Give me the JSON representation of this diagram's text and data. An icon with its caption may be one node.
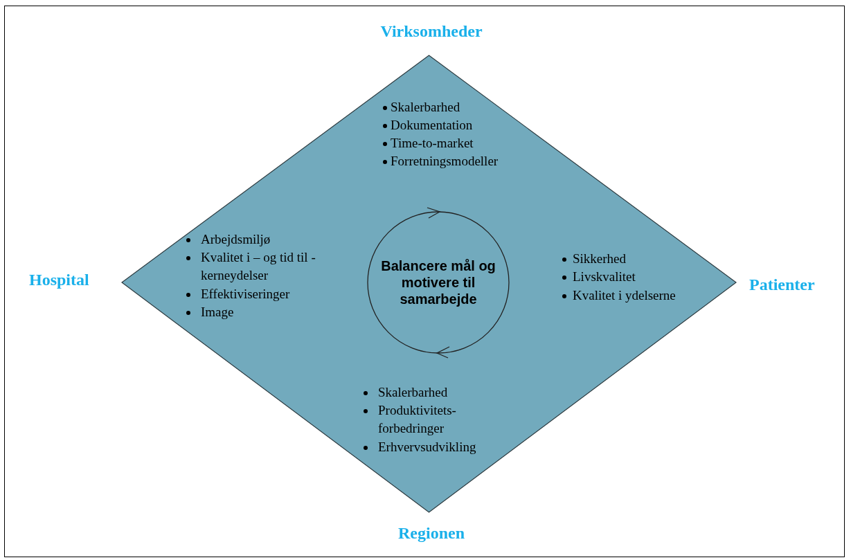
{
  "diagram": {
    "nodes": [
      {
        "text": [],
        "shape": "diamond"
      },
      {
        "text": [
          "Balancere mål og motivere til samarbejde"
        ],
        "in": 0
      }
    ],
    "labels": [
      "Virksomheder",
      "Skalerbarhed",
      "Dokumentation",
      "Time-to-market",
      "Forretningsmodeller",
      "Hospital",
      "Arbejdsmiljø",
      "Kvalitet i – og tid til - kerneydelser",
      "Effektiviseringer",
      "Image",
      "Patienter",
      "Sikkerhed",
      "Livskvalitet",
      "Kvalitet i ydelserne",
      "Regionen",
      "Skalerbarhed",
      "Produktivitets- forbedringer",
      "Erhvervsudvikling"
    ]
  }
}
